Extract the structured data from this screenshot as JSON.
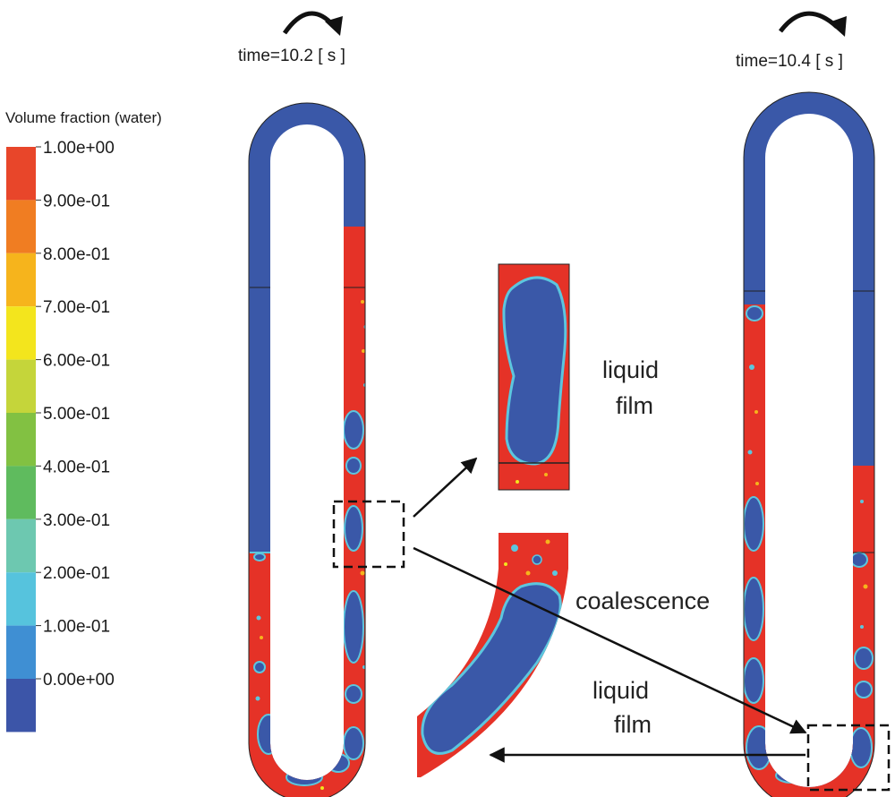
{
  "legend": {
    "title": "Volume fraction (water)",
    "ticks": [
      "1.00e+00",
      "9.00e-01",
      "8.00e-01",
      "7.00e-01",
      "6.00e-01",
      "5.00e-01",
      "4.00e-01",
      "3.00e-01",
      "2.00e-01",
      "1.00e-01",
      "0.00e+00"
    ],
    "colors": [
      "#e8462a",
      "#f07d22",
      "#f6b41c",
      "#f3e51d",
      "#c5d53a",
      "#82c142",
      "#5fbb5e",
      "#6dc8b0",
      "#56c3dd",
      "#3f8fd3",
      "#3c55a8"
    ]
  },
  "panels": {
    "left_time": "time=10.2 [ s ]",
    "right_time": "time=10.4 [ s ]"
  },
  "annotations": {
    "film_top": [
      "liquid",
      "film"
    ],
    "coalescence": "coalescence",
    "film_bottom": [
      "liquid",
      "film"
    ]
  },
  "colors": {
    "water": "#e53227",
    "gas": "#3a58a8",
    "interface": "#5cc6de",
    "arrow": "#111111"
  }
}
